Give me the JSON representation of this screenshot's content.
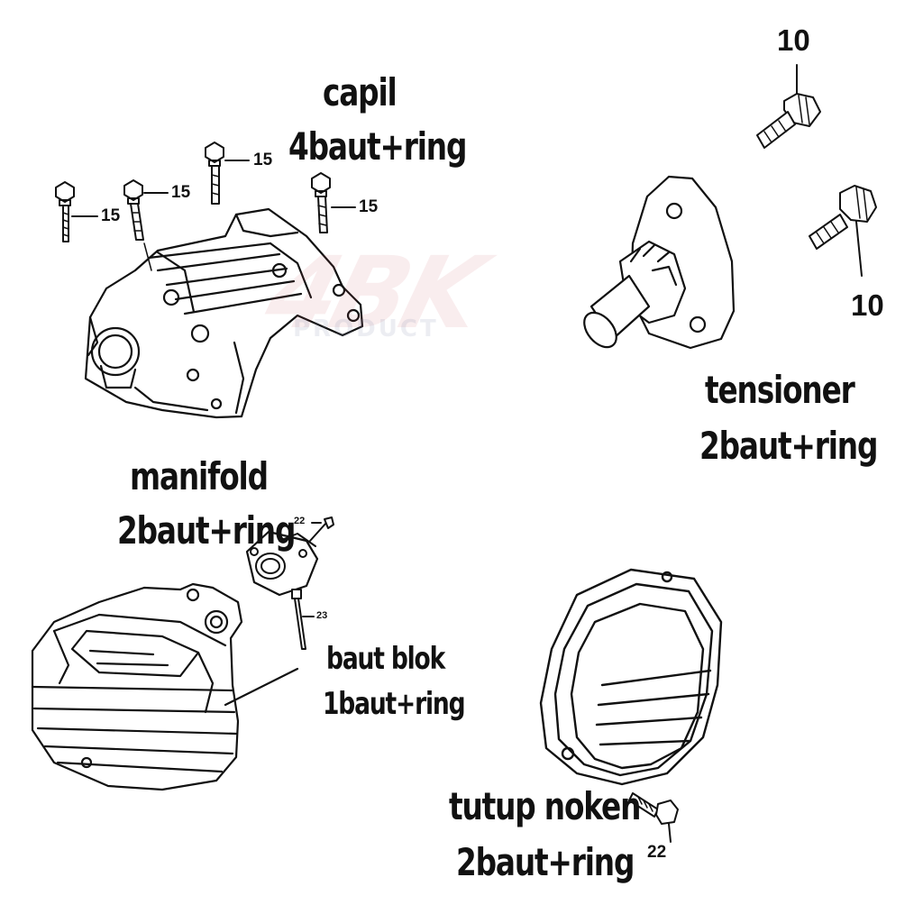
{
  "watermark": {
    "brand": "4BK",
    "sub": "PRODUCT"
  },
  "labels": {
    "capil": {
      "title": "capil",
      "detail": "4baut+ring"
    },
    "tensioner": {
      "title": "tensioner",
      "detail": "2baut+ring"
    },
    "manifold": {
      "title": "manifold",
      "detail": "2baut+ring"
    },
    "baut_blok": {
      "title": "baut blok",
      "detail": "1baut+ring"
    },
    "tutup_noken": {
      "title": "tutup noken",
      "detail": "2baut+ring"
    }
  },
  "callouts": {
    "c15a": "15",
    "c15b": "15",
    "c15c": "15",
    "c15d": "15",
    "c10a": "10",
    "c10b": "10",
    "c22a": "22",
    "c22b": "22",
    "c23": "23"
  }
}
